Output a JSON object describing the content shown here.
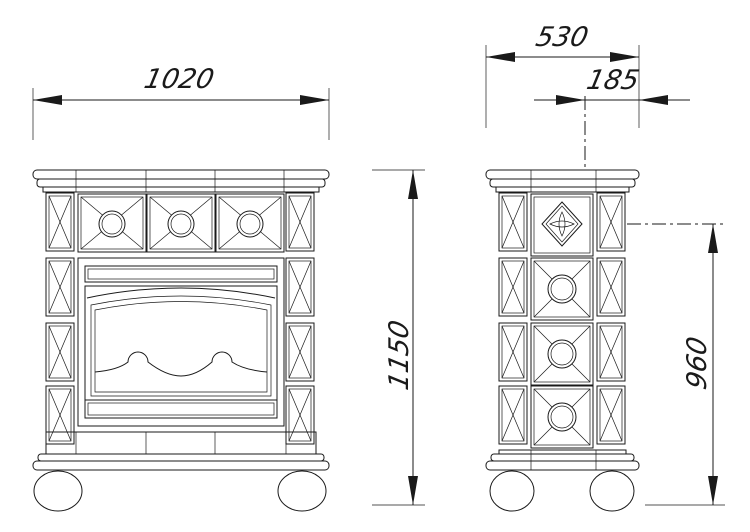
{
  "dimensions": {
    "front_width": "1020",
    "front_height": "1150",
    "side_depth": "530",
    "side_offset": "185",
    "side_height": "960"
  }
}
